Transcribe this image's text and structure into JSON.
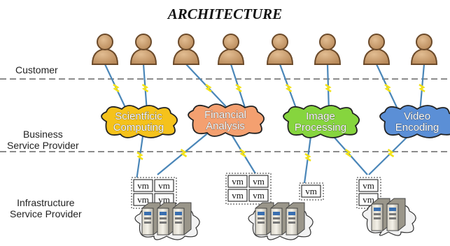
{
  "title": "ARCHITECTURE",
  "layers": {
    "customer": "Customer",
    "business": [
      "Business",
      "Service Provider"
    ],
    "infrastructure": [
      "Infrastructure",
      "Service Provider"
    ]
  },
  "services": [
    {
      "name": "scientific-computing",
      "lines": [
        "Scientficic",
        "Computing"
      ],
      "fill": "#f5c21b"
    },
    {
      "name": "financial-analysis",
      "lines": [
        "Financial",
        "Analysis"
      ],
      "fill": "#f4a070"
    },
    {
      "name": "image-processing",
      "lines": [
        "Image",
        "Processing"
      ],
      "fill": "#86d53e"
    },
    {
      "name": "video-encoding",
      "lines": [
        "Video",
        "Encoding"
      ],
      "fill": "#5b8fd6"
    }
  ],
  "vm_label": "vm",
  "customer_count": 8,
  "colors": {
    "person": "#c89a6a",
    "person_stroke": "#6b4a2a",
    "connector": "#4a86b8",
    "bolt": "#f2e21a",
    "server_cloud": "#f2f2f2"
  }
}
